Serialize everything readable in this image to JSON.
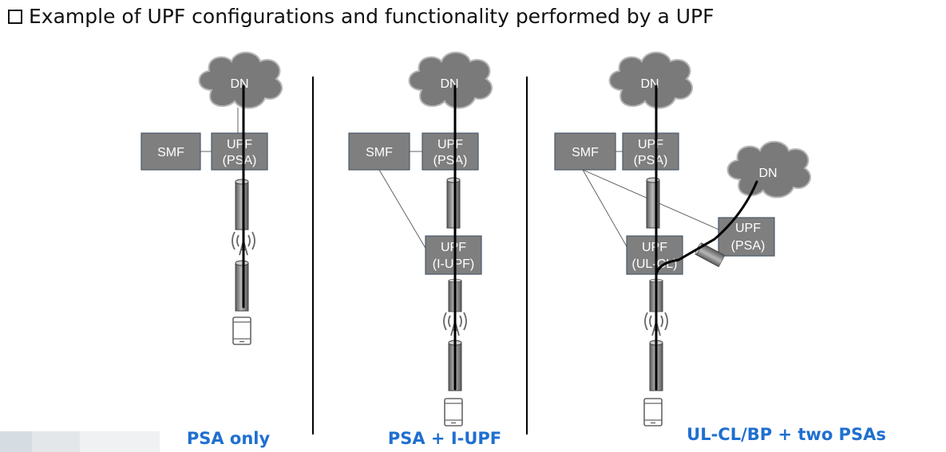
{
  "title": "Example of UPF configurations and functionality performed by a UPF",
  "labels": {
    "dn": "DN",
    "smf": "SMF",
    "upf": "UPF",
    "psa": "(PSA)",
    "iupf": "(I-UPF)",
    "ulcl": "(UL-CL)"
  },
  "captions": {
    "psa_only": "PSA only",
    "psa_iupf": "PSA + I-UPF",
    "ulcl_two": "UL-CL/BP + two PSAs"
  },
  "colors": {
    "box_fill": "#7f7f7f",
    "cloud_fill": "#7a7a7a",
    "caption": "#1f6fd0"
  },
  "icons": [
    "cloud-icon",
    "tunnel-cylinder-icon",
    "antenna-icon",
    "phone-icon"
  ]
}
